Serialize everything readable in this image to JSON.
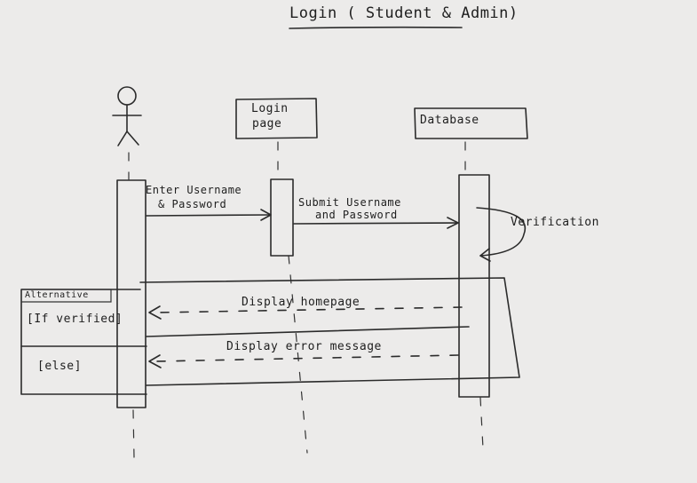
{
  "title": "Login ( Student & Admin)",
  "participants": {
    "login_page_line1": "Login",
    "login_page_line2": "page",
    "database": "Database"
  },
  "messages": {
    "enter_line1": "Enter Username",
    "enter_line2": "& Password",
    "submit_line1": "Submit Username",
    "submit_line2": "and Password",
    "verification": "Verification",
    "display_homepage": "Display homepage",
    "display_error": "Display error message"
  },
  "fragment": {
    "label": "Alternative",
    "guard_if": "[If verified]",
    "guard_else": "[else]"
  }
}
